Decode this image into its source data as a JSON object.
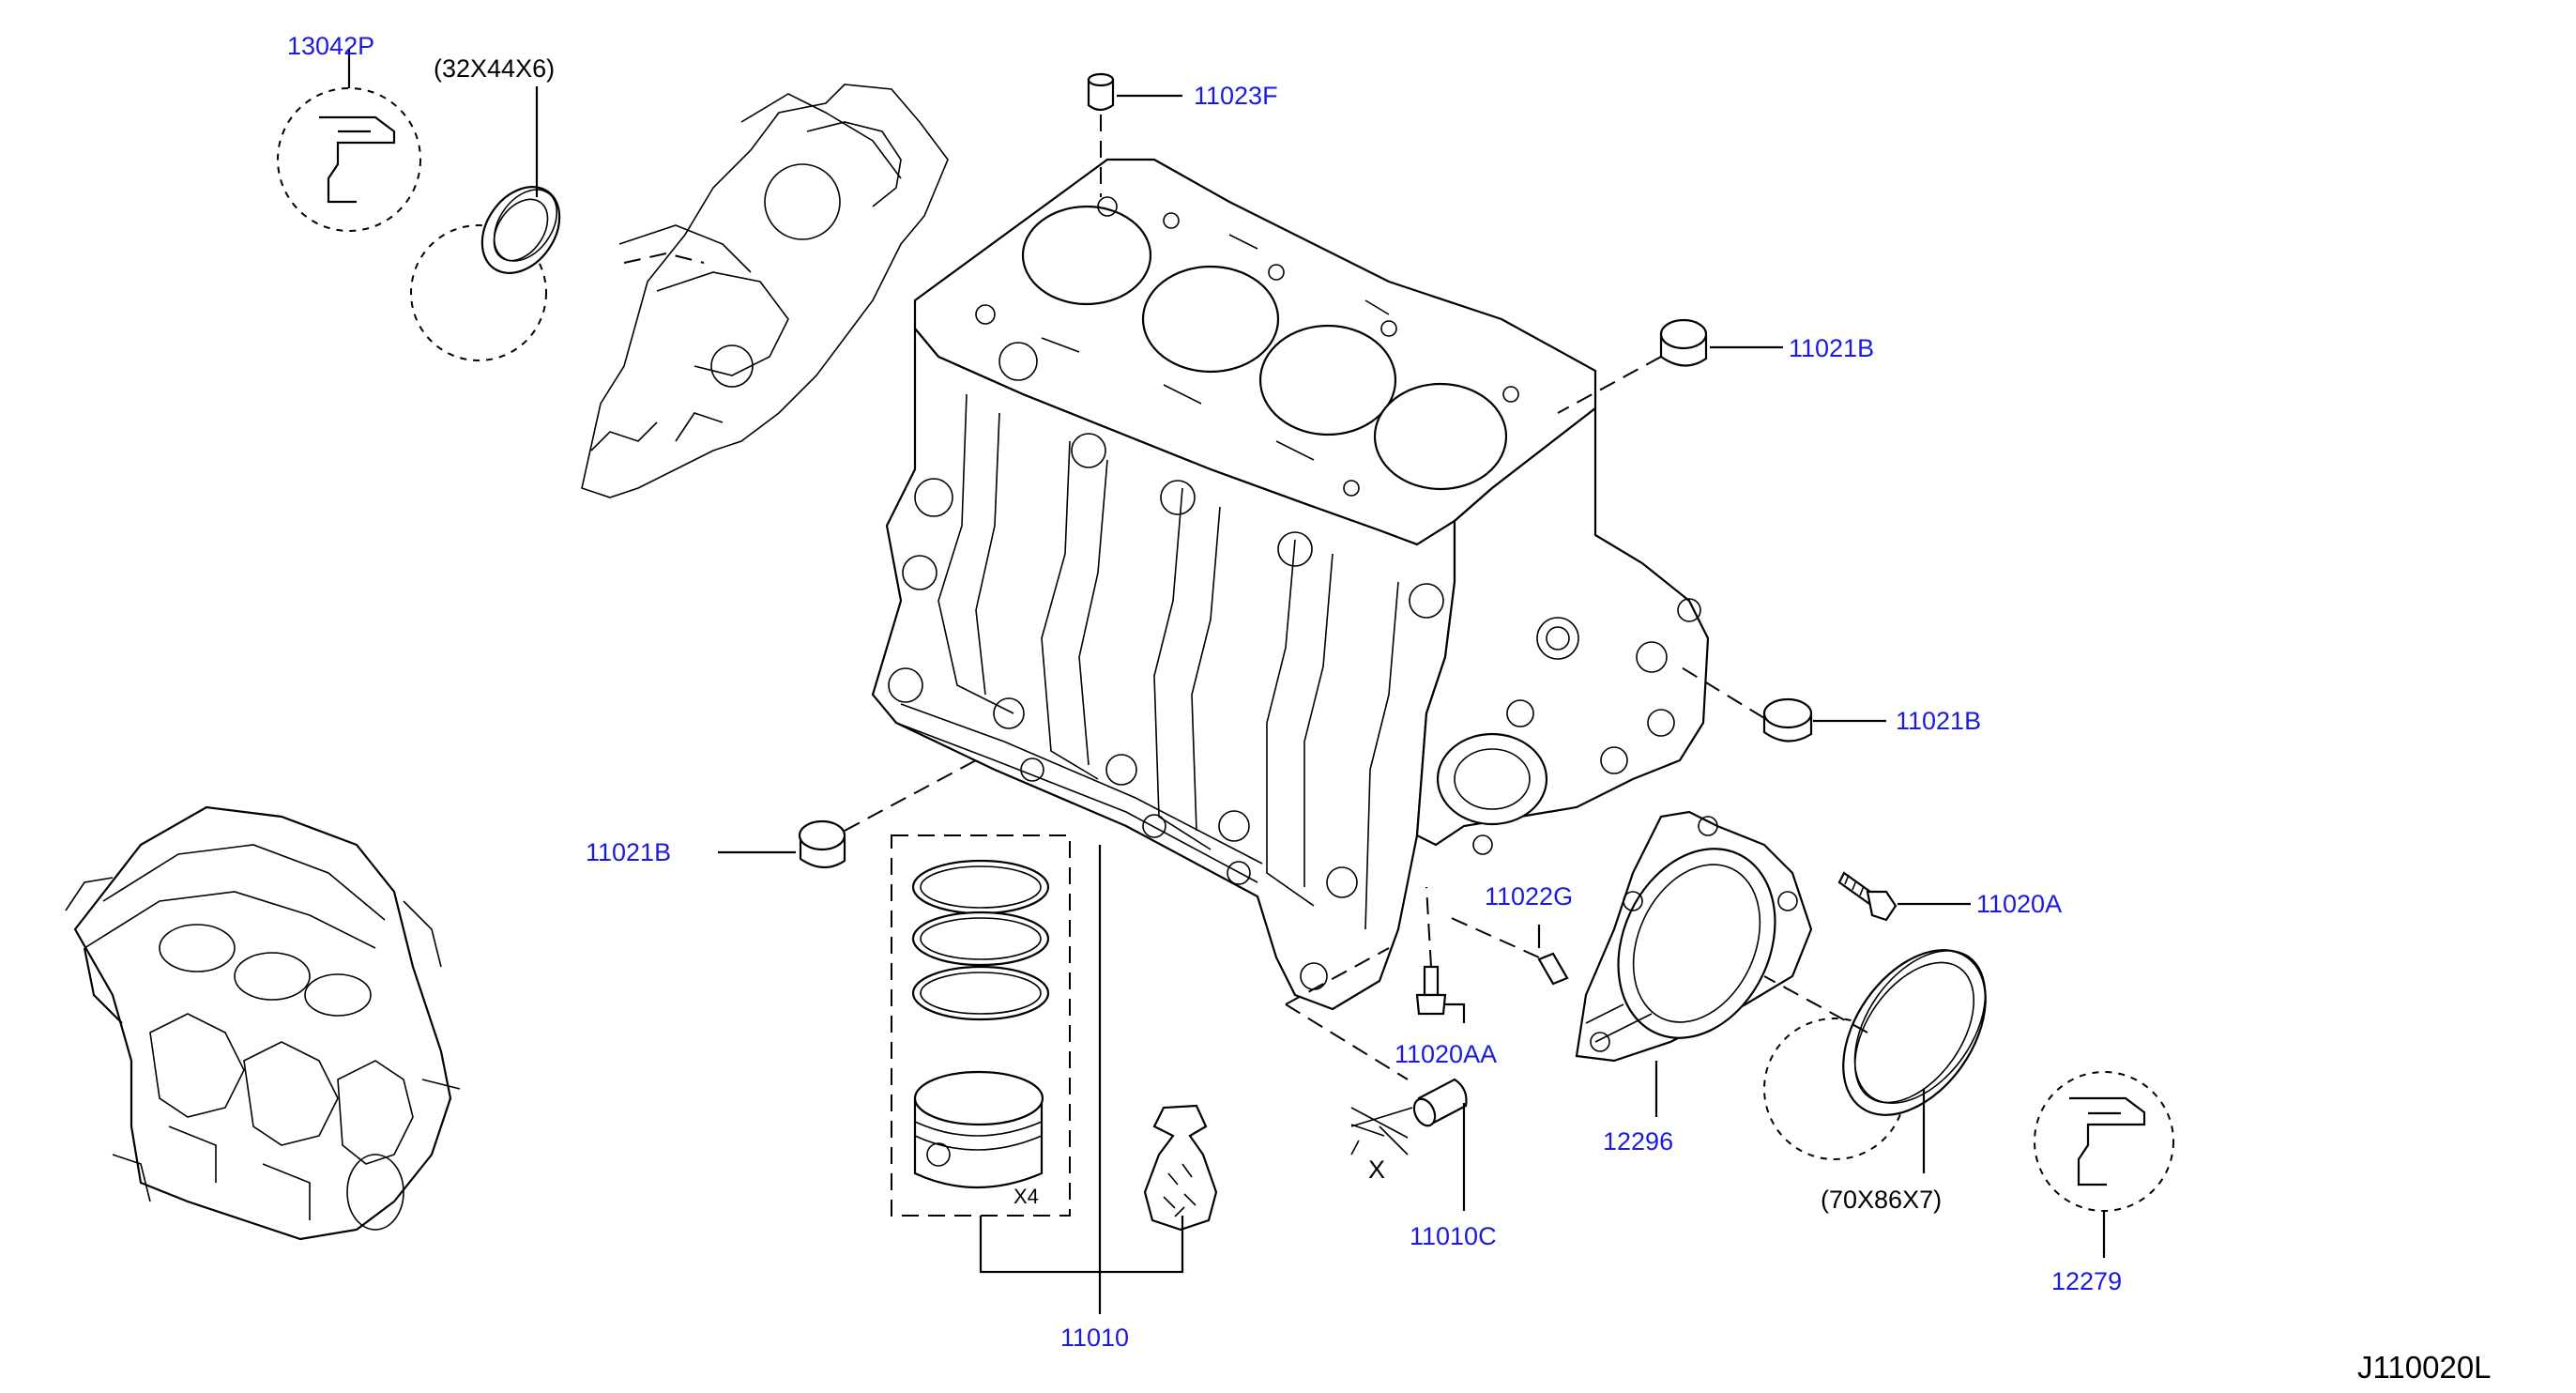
{
  "diagram_ref": "J110020L",
  "accent_color": "#1a1ae0",
  "line_color": "#000000",
  "parts": {
    "p13042P": "13042P",
    "p11023F": "11023F",
    "p11021B_top": "11021B",
    "p11021B_right": "11021B",
    "p11021B_left": "11021B",
    "p11022G": "11022G",
    "p11020A": "11020A",
    "p11020AA": "11020AA",
    "p12296": "12296",
    "p11010C": "11010C",
    "p11010": "11010",
    "p12279": "12279"
  },
  "dimensions": {
    "front_seal": "(32X44X6)",
    "rear_seal": "(70X86X7)"
  },
  "notes": {
    "piston_qty": "X4",
    "x_mark": "X"
  }
}
